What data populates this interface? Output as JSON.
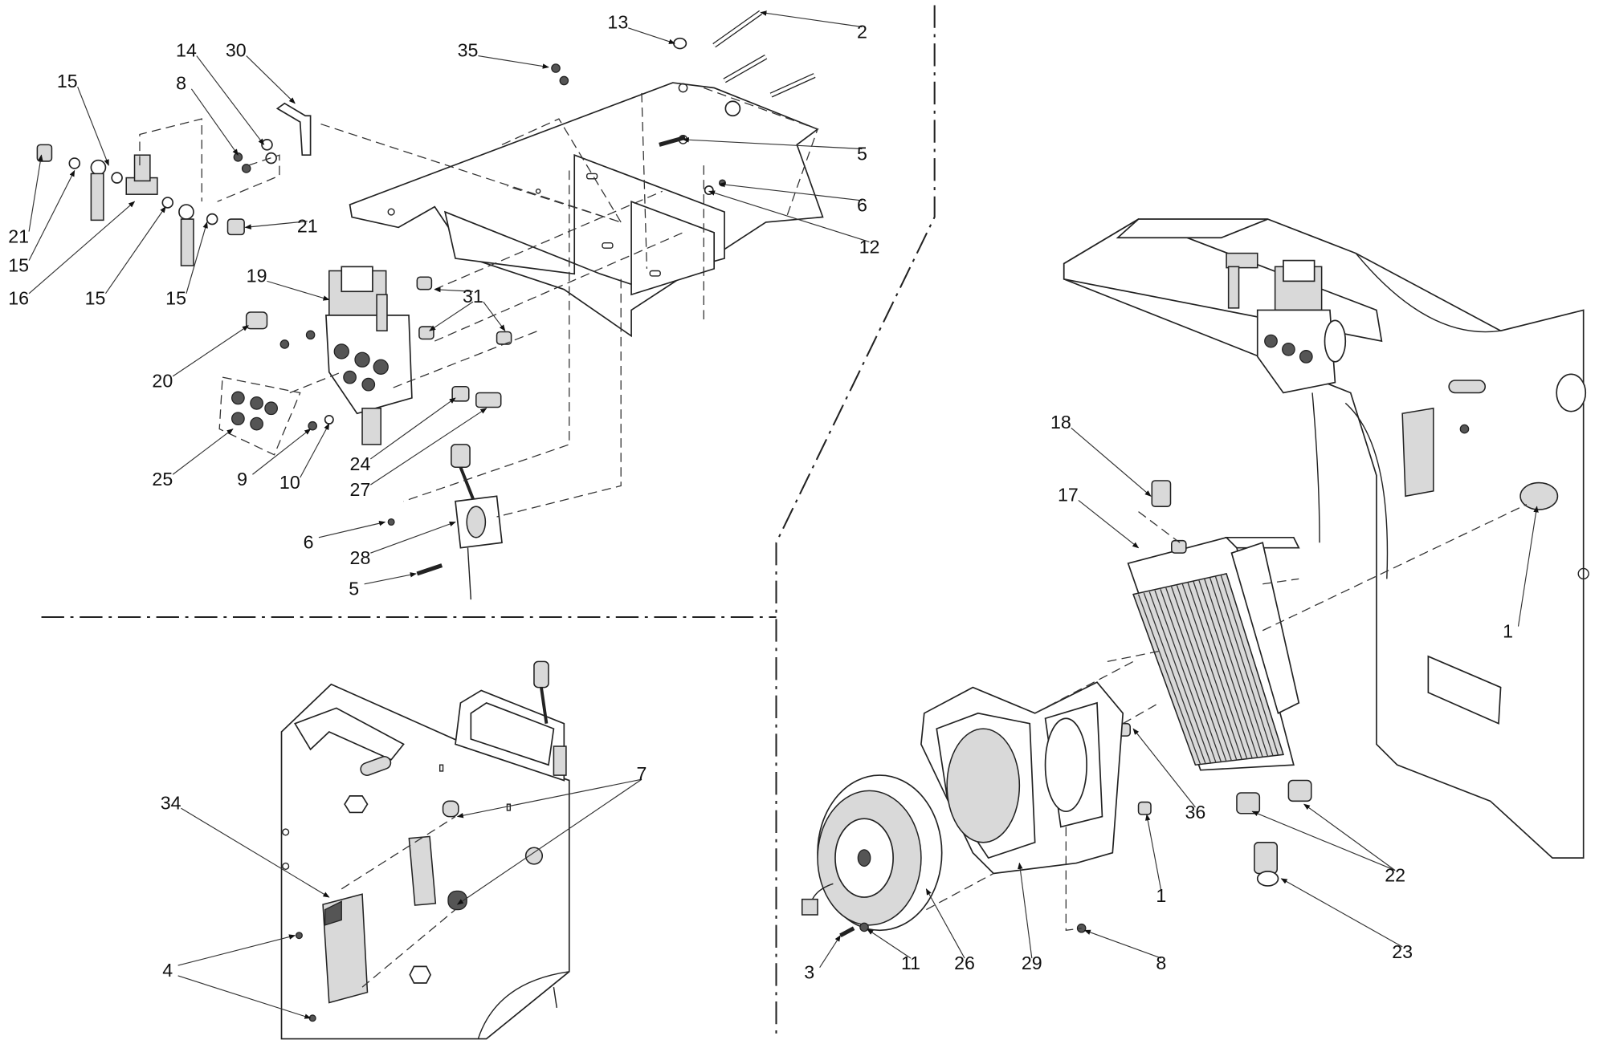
{
  "diagram": {
    "type": "exploded parts diagram",
    "colors": {
      "line": "#222222",
      "background": "#ffffff"
    },
    "callouts": [
      {
        "label": "13"
      },
      {
        "label": "2"
      },
      {
        "label": "35"
      },
      {
        "label": "14"
      },
      {
        "label": "30"
      },
      {
        "label": "15"
      },
      {
        "label": "8"
      },
      {
        "label": "5"
      },
      {
        "label": "6"
      },
      {
        "label": "12"
      },
      {
        "label": "21"
      },
      {
        "label": "15"
      },
      {
        "label": "16"
      },
      {
        "label": "15"
      },
      {
        "label": "15"
      },
      {
        "label": "21"
      },
      {
        "label": "19"
      },
      {
        "label": "31"
      },
      {
        "label": "20"
      },
      {
        "label": "25"
      },
      {
        "label": "9"
      },
      {
        "label": "10"
      },
      {
        "label": "24"
      },
      {
        "label": "27"
      },
      {
        "label": "6"
      },
      {
        "label": "28"
      },
      {
        "label": "5"
      },
      {
        "label": "34"
      },
      {
        "label": "7"
      },
      {
        "label": "4"
      },
      {
        "label": "18"
      },
      {
        "label": "17"
      },
      {
        "label": "1"
      },
      {
        "label": "36"
      },
      {
        "label": "1"
      },
      {
        "label": "22"
      },
      {
        "label": "23"
      },
      {
        "label": "3"
      },
      {
        "label": "11"
      },
      {
        "label": "26"
      },
      {
        "label": "29"
      },
      {
        "label": "8"
      }
    ]
  }
}
